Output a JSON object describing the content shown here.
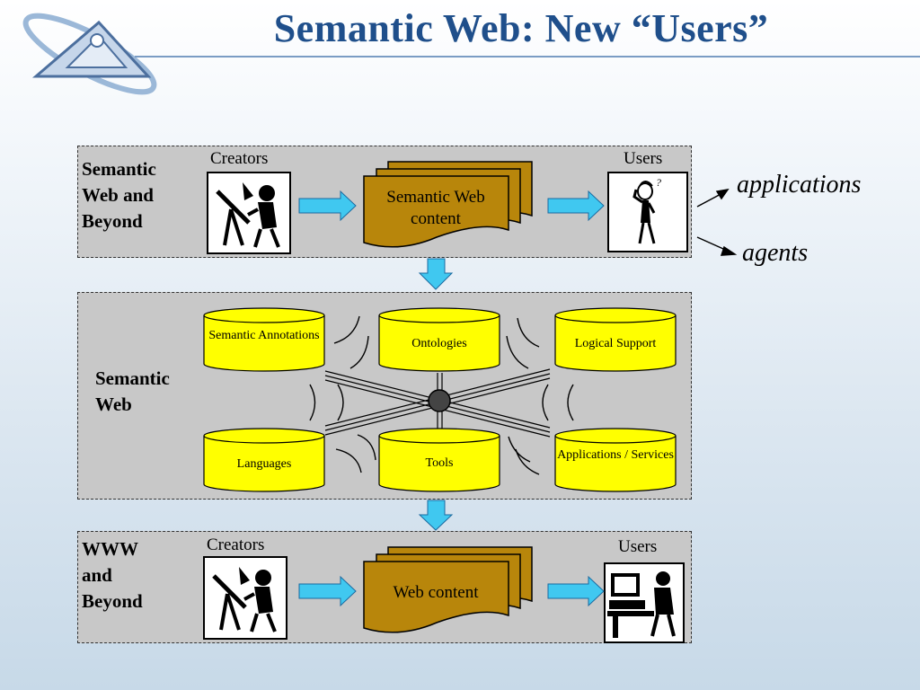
{
  "slide": {
    "title": "Semantic Web: New “Users”",
    "logo": "triangle-orbit-logo"
  },
  "top_panel": {
    "label": "Semantic Web and Beyond",
    "creators_label": "Creators",
    "users_label": "Users",
    "content_label": "Semantic Web content",
    "creator_icon": "designer-at-drafting-table-icon",
    "user_icon": "confused-person-icon"
  },
  "outputs": {
    "applications": "applications",
    "agents": "agents"
  },
  "middle_panel": {
    "label": "Semantic Web",
    "components": [
      "Semantic Annotations",
      "Ontologies",
      "Logical Support",
      "Languages",
      "Tools",
      "Applications / Services"
    ]
  },
  "bottom_panel": {
    "label": "WWW and Beyond",
    "creators_label": "Creators",
    "users_label": "Users",
    "content_label": "Web content",
    "creator_icon": "designer-at-drafting-table-icon",
    "user_icon": "person-at-computer-icon"
  },
  "colors": {
    "title": "#1f4f8b",
    "panel": "#c8c8c8",
    "document": "#b8860b",
    "database": "#ffff00",
    "arrow": "#40c8f0"
  }
}
